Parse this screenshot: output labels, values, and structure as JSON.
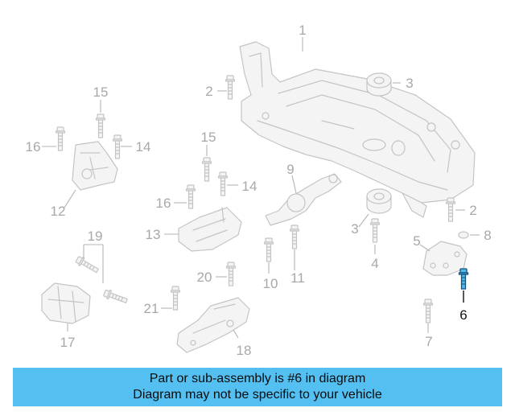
{
  "diagram": {
    "callouts": [
      {
        "id": "c1",
        "label": "1"
      },
      {
        "id": "c2a",
        "label": "2"
      },
      {
        "id": "c3a",
        "label": "3"
      },
      {
        "id": "c15a",
        "label": "15"
      },
      {
        "id": "c16a",
        "label": "16"
      },
      {
        "id": "c14a",
        "label": "14"
      },
      {
        "id": "c12",
        "label": "12"
      },
      {
        "id": "c15b",
        "label": "15"
      },
      {
        "id": "c14b",
        "label": "14"
      },
      {
        "id": "c16b",
        "label": "16"
      },
      {
        "id": "c9",
        "label": "9"
      },
      {
        "id": "c2b",
        "label": "2"
      },
      {
        "id": "c13",
        "label": "13"
      },
      {
        "id": "c3b",
        "label": "3"
      },
      {
        "id": "c19",
        "label": "19"
      },
      {
        "id": "c5",
        "label": "5"
      },
      {
        "id": "c8",
        "label": "8"
      },
      {
        "id": "c4",
        "label": "4"
      },
      {
        "id": "c10",
        "label": "10"
      },
      {
        "id": "c11",
        "label": "11"
      },
      {
        "id": "c20",
        "label": "20"
      },
      {
        "id": "c6",
        "label": "6"
      },
      {
        "id": "c21",
        "label": "21"
      },
      {
        "id": "c7",
        "label": "7"
      },
      {
        "id": "c17",
        "label": "17"
      },
      {
        "id": "c18",
        "label": "18"
      }
    ],
    "highlighted_part": "6",
    "highlight_color": "#4fb8ee"
  },
  "banner": {
    "line1": "Part or sub-assembly is #6 in diagram",
    "line2": "Diagram may not be specific to your vehicle",
    "background": "#54c0f2"
  }
}
